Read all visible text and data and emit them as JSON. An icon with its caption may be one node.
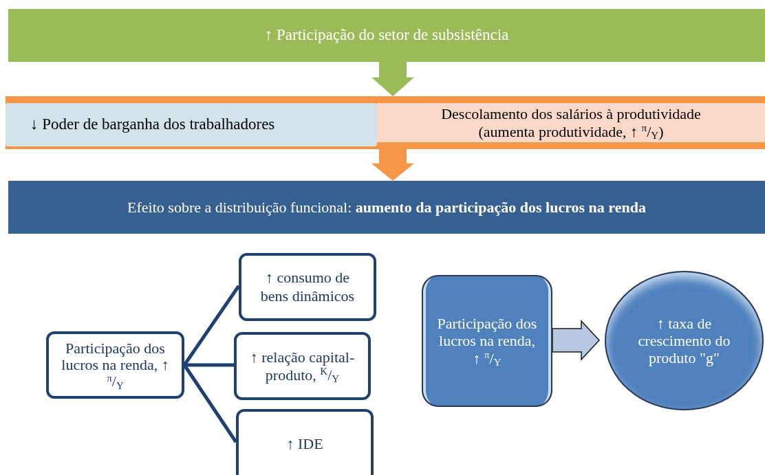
{
  "diagram": {
    "nodes": [
      {
        "text": [
          "↑ Participação do setor de subsistência"
        ]
      },
      {
        "text": [],
        "shape": "bar"
      },
      {
        "text": [
          "↓ Poder de barganha dos trabalhadores"
        ],
        "in": 1
      },
      {
        "text": [
          "Descolamento dos salários à produtividade (aumenta produtividade, ↑ $^{π}$/$_{Y}$)"
        ],
        "in": 1
      },
      {
        "text": [
          "Efeito sobre a distribuição funcional: **aumento da participação dos lucros na renda**"
        ]
      },
      {
        "text": [
          "Participação dos lucros na renda, ↑ $^{π}$/$_{Y}$"
        ]
      },
      {
        "text": [
          "↑ consumo de bens dinâmicos"
        ]
      },
      {
        "text": [
          "↑ relação capital-produto, $^{K}$/$_{Y}$"
        ]
      },
      {
        "text": [
          "↑ IDE"
        ]
      },
      {
        "text": [
          "Participação dos lucros na renda, ↑ $^{π}$/$_{Y}$"
        ]
      },
      {
        "text": [
          "↑ taxa de crescimento do produto \"g\""
        ]
      }
    ],
    "edges": [
      {
        "from": 0,
        "to": 1,
        "arrow": "to",
        "style": "thick",
        "color": "#9bbb59"
      },
      {
        "from": 1,
        "to": 4,
        "arrow": "to",
        "style": "thick",
        "color": "#f79646"
      },
      {
        "from": 5,
        "to": 6,
        "arrow": "none"
      },
      {
        "from": 5,
        "to": 7,
        "arrow": "none"
      },
      {
        "from": 5,
        "to": 8,
        "arrow": "none"
      },
      {
        "from": 9,
        "to": 10,
        "arrow": "to",
        "style": "thick",
        "color": "#b8c8e0"
      }
    ]
  }
}
